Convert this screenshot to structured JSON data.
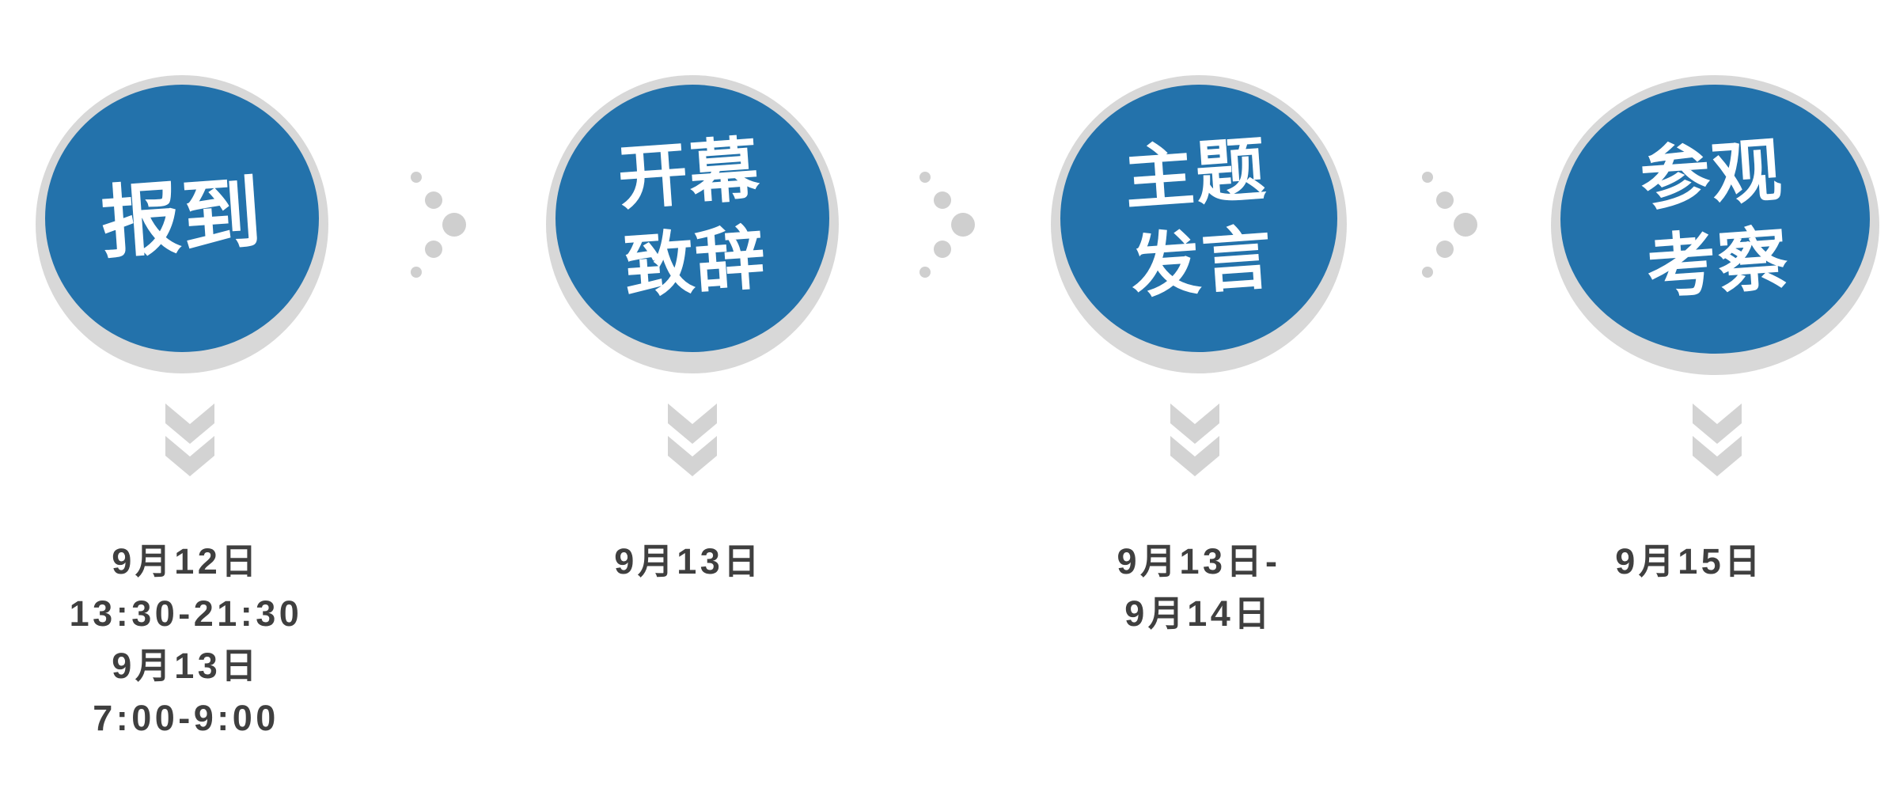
{
  "diagram": {
    "type": "event-agenda-timeline",
    "palette": {
      "circle_blue": "#2372ab",
      "ring_gray": "#d8d8d8",
      "chevron_gray": "#d3d3d3",
      "dot_gray": "#cfcfcf",
      "date_text_gray": "#3f3f3f",
      "label_white": "#ffffff"
    },
    "icons": {
      "between_steps": "dots-right-arrow-icon",
      "below_step": "double-chevron-down-icon"
    },
    "steps": [
      {
        "label_lines": [
          "报到"
        ],
        "date_lines": [
          "9月12日",
          "13:30-21:30",
          "9月13日",
          "7:00-9:00"
        ]
      },
      {
        "label_lines": [
          "开幕",
          "致辞"
        ],
        "date_lines": [
          "9月13日"
        ]
      },
      {
        "label_lines": [
          "主题",
          "发言"
        ],
        "date_lines": [
          "9月13日-",
          "9月14日"
        ]
      },
      {
        "label_lines": [
          "参观",
          "考察"
        ],
        "date_lines": [
          "9月15日"
        ]
      }
    ]
  }
}
